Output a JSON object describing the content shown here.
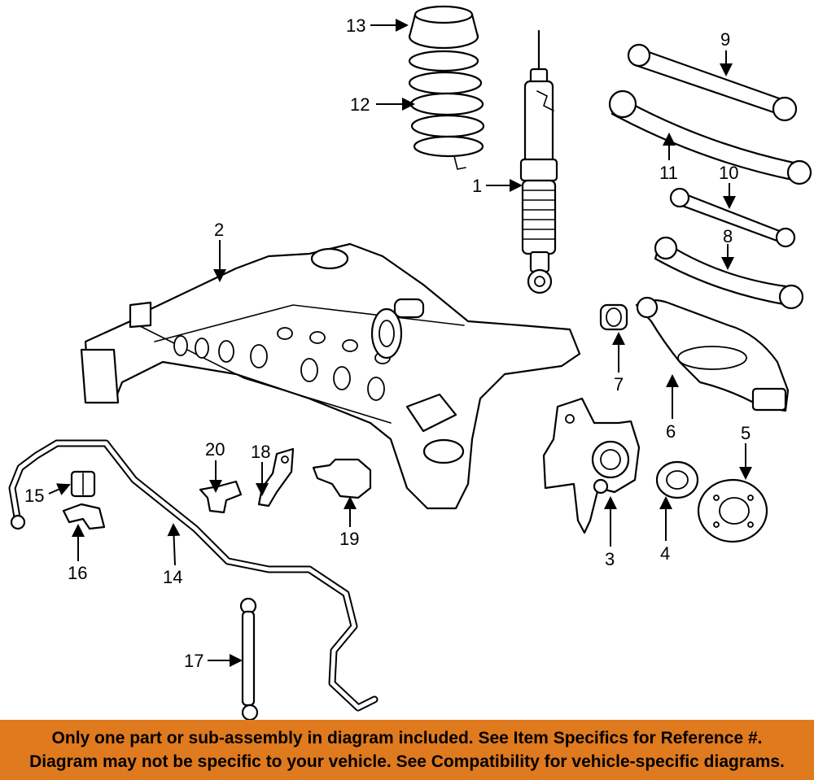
{
  "diagram": {
    "callouts": [
      {
        "label": "1"
      },
      {
        "label": "2"
      },
      {
        "label": "3"
      },
      {
        "label": "4"
      },
      {
        "label": "5"
      },
      {
        "label": "6"
      },
      {
        "label": "7"
      },
      {
        "label": "8"
      },
      {
        "label": "9"
      },
      {
        "label": "10"
      },
      {
        "label": "11"
      },
      {
        "label": "12"
      },
      {
        "label": "13"
      },
      {
        "label": "14"
      },
      {
        "label": "15"
      },
      {
        "label": "16"
      },
      {
        "label": "17"
      },
      {
        "label": "18"
      },
      {
        "label": "19"
      },
      {
        "label": "20"
      }
    ]
  },
  "banner": {
    "line1": "Only one part or sub-assembly in diagram included. See Item Specifics for Reference #.",
    "line2": "Diagram may not be specific to your vehicle. See Compatibility for vehicle-specific diagrams.",
    "background": "#e07a1f"
  }
}
